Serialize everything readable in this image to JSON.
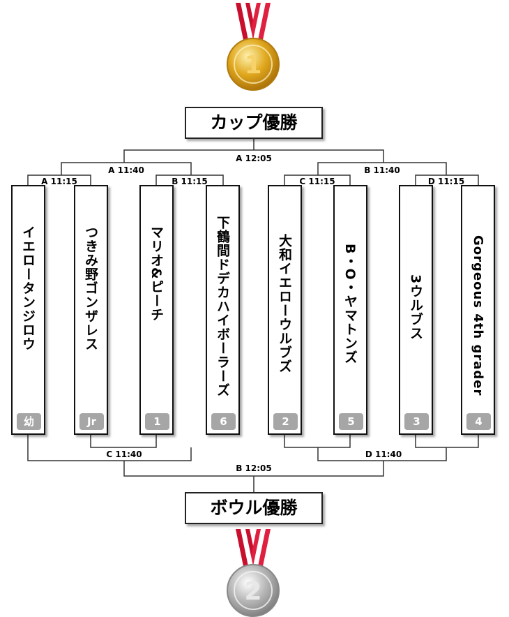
{
  "titles": {
    "cup": "カップ優勝",
    "bowl": "ボウル優勝"
  },
  "medals": {
    "cup_rank": "1",
    "bowl_rank": "2"
  },
  "slots": {
    "top_final": "A 12:05",
    "top_semi_left": "A 11:40",
    "top_semi_right": "B 11:40",
    "top_qf_1": "A 11:15",
    "top_qf_2": "B 11:15",
    "top_qf_3": "C 11:15",
    "top_qf_4": "D 11:15",
    "bottom_semi_left": "C 11:40",
    "bottom_semi_right": "D 11:40",
    "bottom_final": "B 12:05"
  },
  "teams": [
    {
      "name": "イエロータンジロウ",
      "seed": "幼"
    },
    {
      "name": "つきみ野ゴンザレス",
      "seed": "Jr"
    },
    {
      "name": "マリオ&ピーチ",
      "seed": "1"
    },
    {
      "name": "下鶴間ドデカハイボーラーズ",
      "seed": "6"
    },
    {
      "name": "大和イエローウルブズ",
      "seed": "2"
    },
    {
      "name": "B・O・ヤマトンズ",
      "seed": "5"
    },
    {
      "name": "3ウルブス",
      "seed": "3"
    },
    {
      "name": "Gorgeous 4th grader",
      "seed": "4"
    }
  ],
  "colors": {
    "medal_gold": "#e0a81e",
    "medal_silver": "#b8b8b8",
    "ribbon_red": "#c8102e",
    "seed_badge": "#a6a6a6"
  },
  "icons": {
    "cup_medal": "gold-medal-icon",
    "bowl_medal": "silver-medal-icon"
  }
}
